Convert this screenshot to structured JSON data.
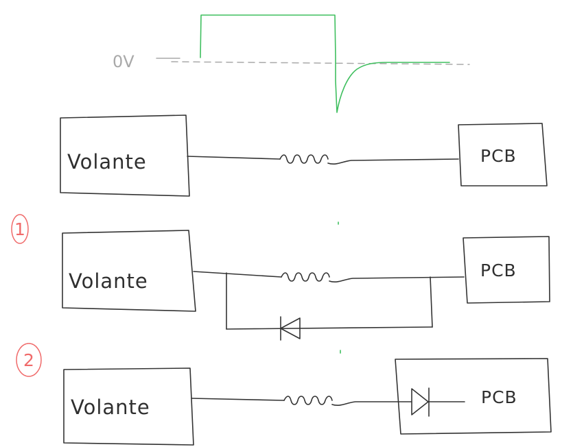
{
  "waveform": {
    "reference_label": "0V"
  },
  "circuits": [
    {
      "number": "",
      "left_box": "Volante",
      "right_box": "PCB",
      "diode": "none"
    },
    {
      "number": "1",
      "left_box": "Volante",
      "right_box": "PCB",
      "diode": "parallel with coil"
    },
    {
      "number": "2",
      "left_box": "Volante",
      "right_box": "PCB",
      "diode": "series inside PCB"
    }
  ],
  "colors": {
    "ink": "#333333",
    "waveform": "#3fbf5f",
    "reference": "#a9a9a9",
    "numbers": "#f06a6a"
  }
}
